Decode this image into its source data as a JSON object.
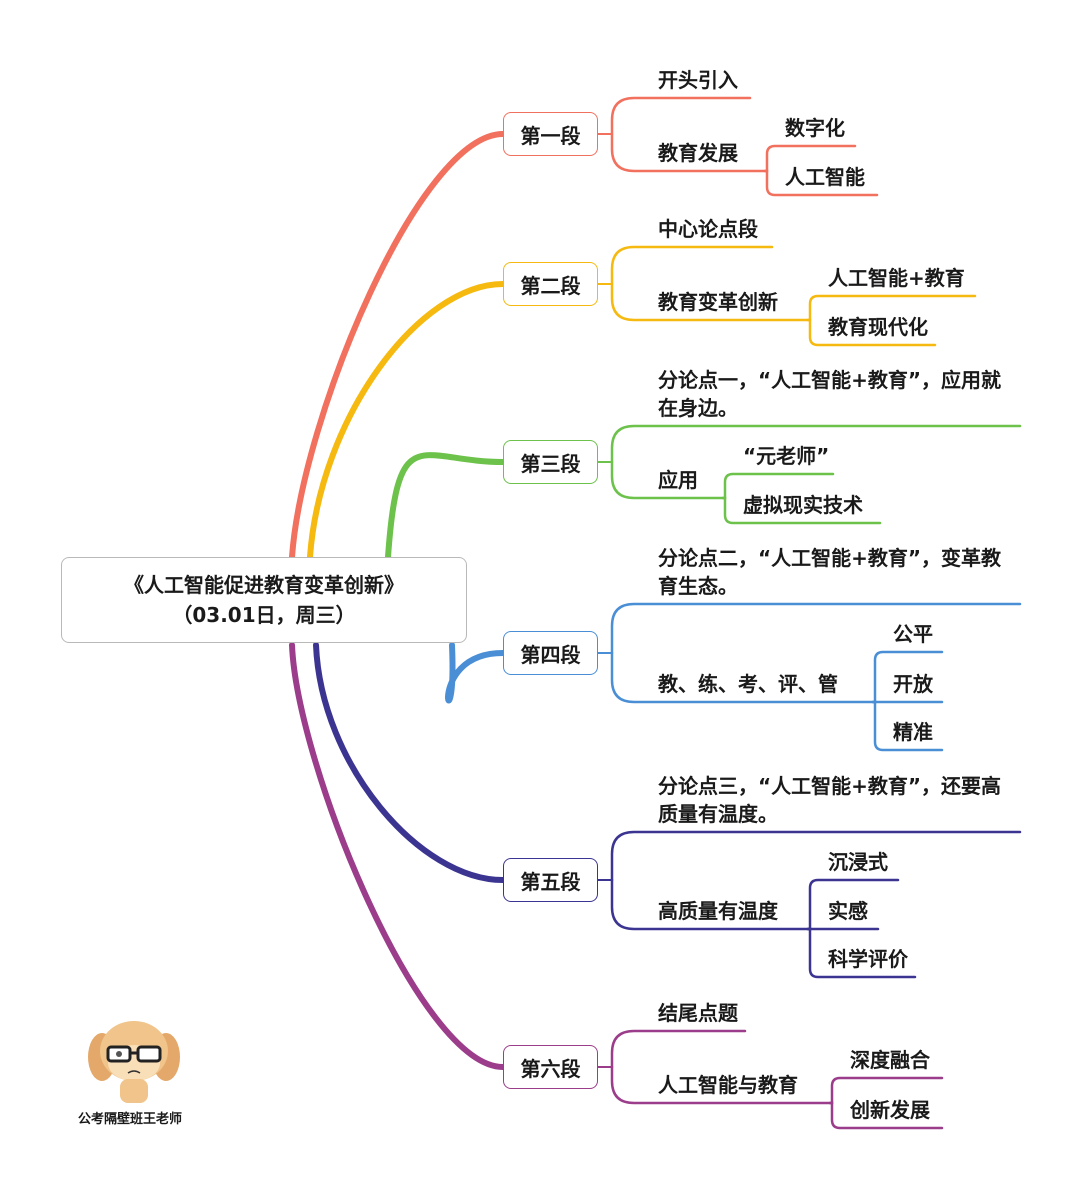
{
  "root": {
    "title": "《人工智能促进教育变革创新》（03.01日，周三）"
  },
  "colors": [
    "#f2705e",
    "#f5b90f",
    "#6cc24a",
    "#4a8fd6",
    "#3b3591",
    "#9b3d8a"
  ],
  "branches": [
    {
      "label": "第一段",
      "children": [
        {
          "lines": [
            "开头引入"
          ]
        },
        {
          "lines": [
            "教育发展"
          ],
          "subs": [
            "数字化",
            "人工智能"
          ]
        }
      ]
    },
    {
      "label": "第二段",
      "children": [
        {
          "lines": [
            "中心论点段"
          ]
        },
        {
          "lines": [
            "教育变革创新"
          ],
          "subs": [
            "人工智能+教育",
            "教育现代化"
          ]
        }
      ]
    },
    {
      "label": "第三段",
      "children": [
        {
          "lines": [
            "分论点一，“人工智能+教育”，应用就",
            "在身边。"
          ]
        },
        {
          "lines": [
            "应用"
          ],
          "subs": [
            "“元老师”",
            "虚拟现实技术"
          ]
        }
      ]
    },
    {
      "label": "第四段",
      "children": [
        {
          "lines": [
            "分论点二，“人工智能+教育”，变革教",
            "育生态。"
          ]
        },
        {
          "lines": [
            "教、练、考、评、管"
          ],
          "subs": [
            "公平",
            "开放",
            "精准"
          ]
        }
      ]
    },
    {
      "label": "第五段",
      "children": [
        {
          "lines": [
            "分论点三，“人工智能+教育”，还要高",
            "质量有温度。"
          ]
        },
        {
          "lines": [
            "高质量有温度"
          ],
          "subs": [
            "沉浸式",
            "实感",
            "科学评价"
          ]
        }
      ]
    },
    {
      "label": "第六段",
      "children": [
        {
          "lines": [
            "结尾点题"
          ]
        },
        {
          "lines": [
            "人工智能与教育"
          ],
          "subs": [
            "深度融合",
            "创新发展"
          ]
        }
      ]
    }
  ],
  "watermark": "公考隔壁班王老师"
}
